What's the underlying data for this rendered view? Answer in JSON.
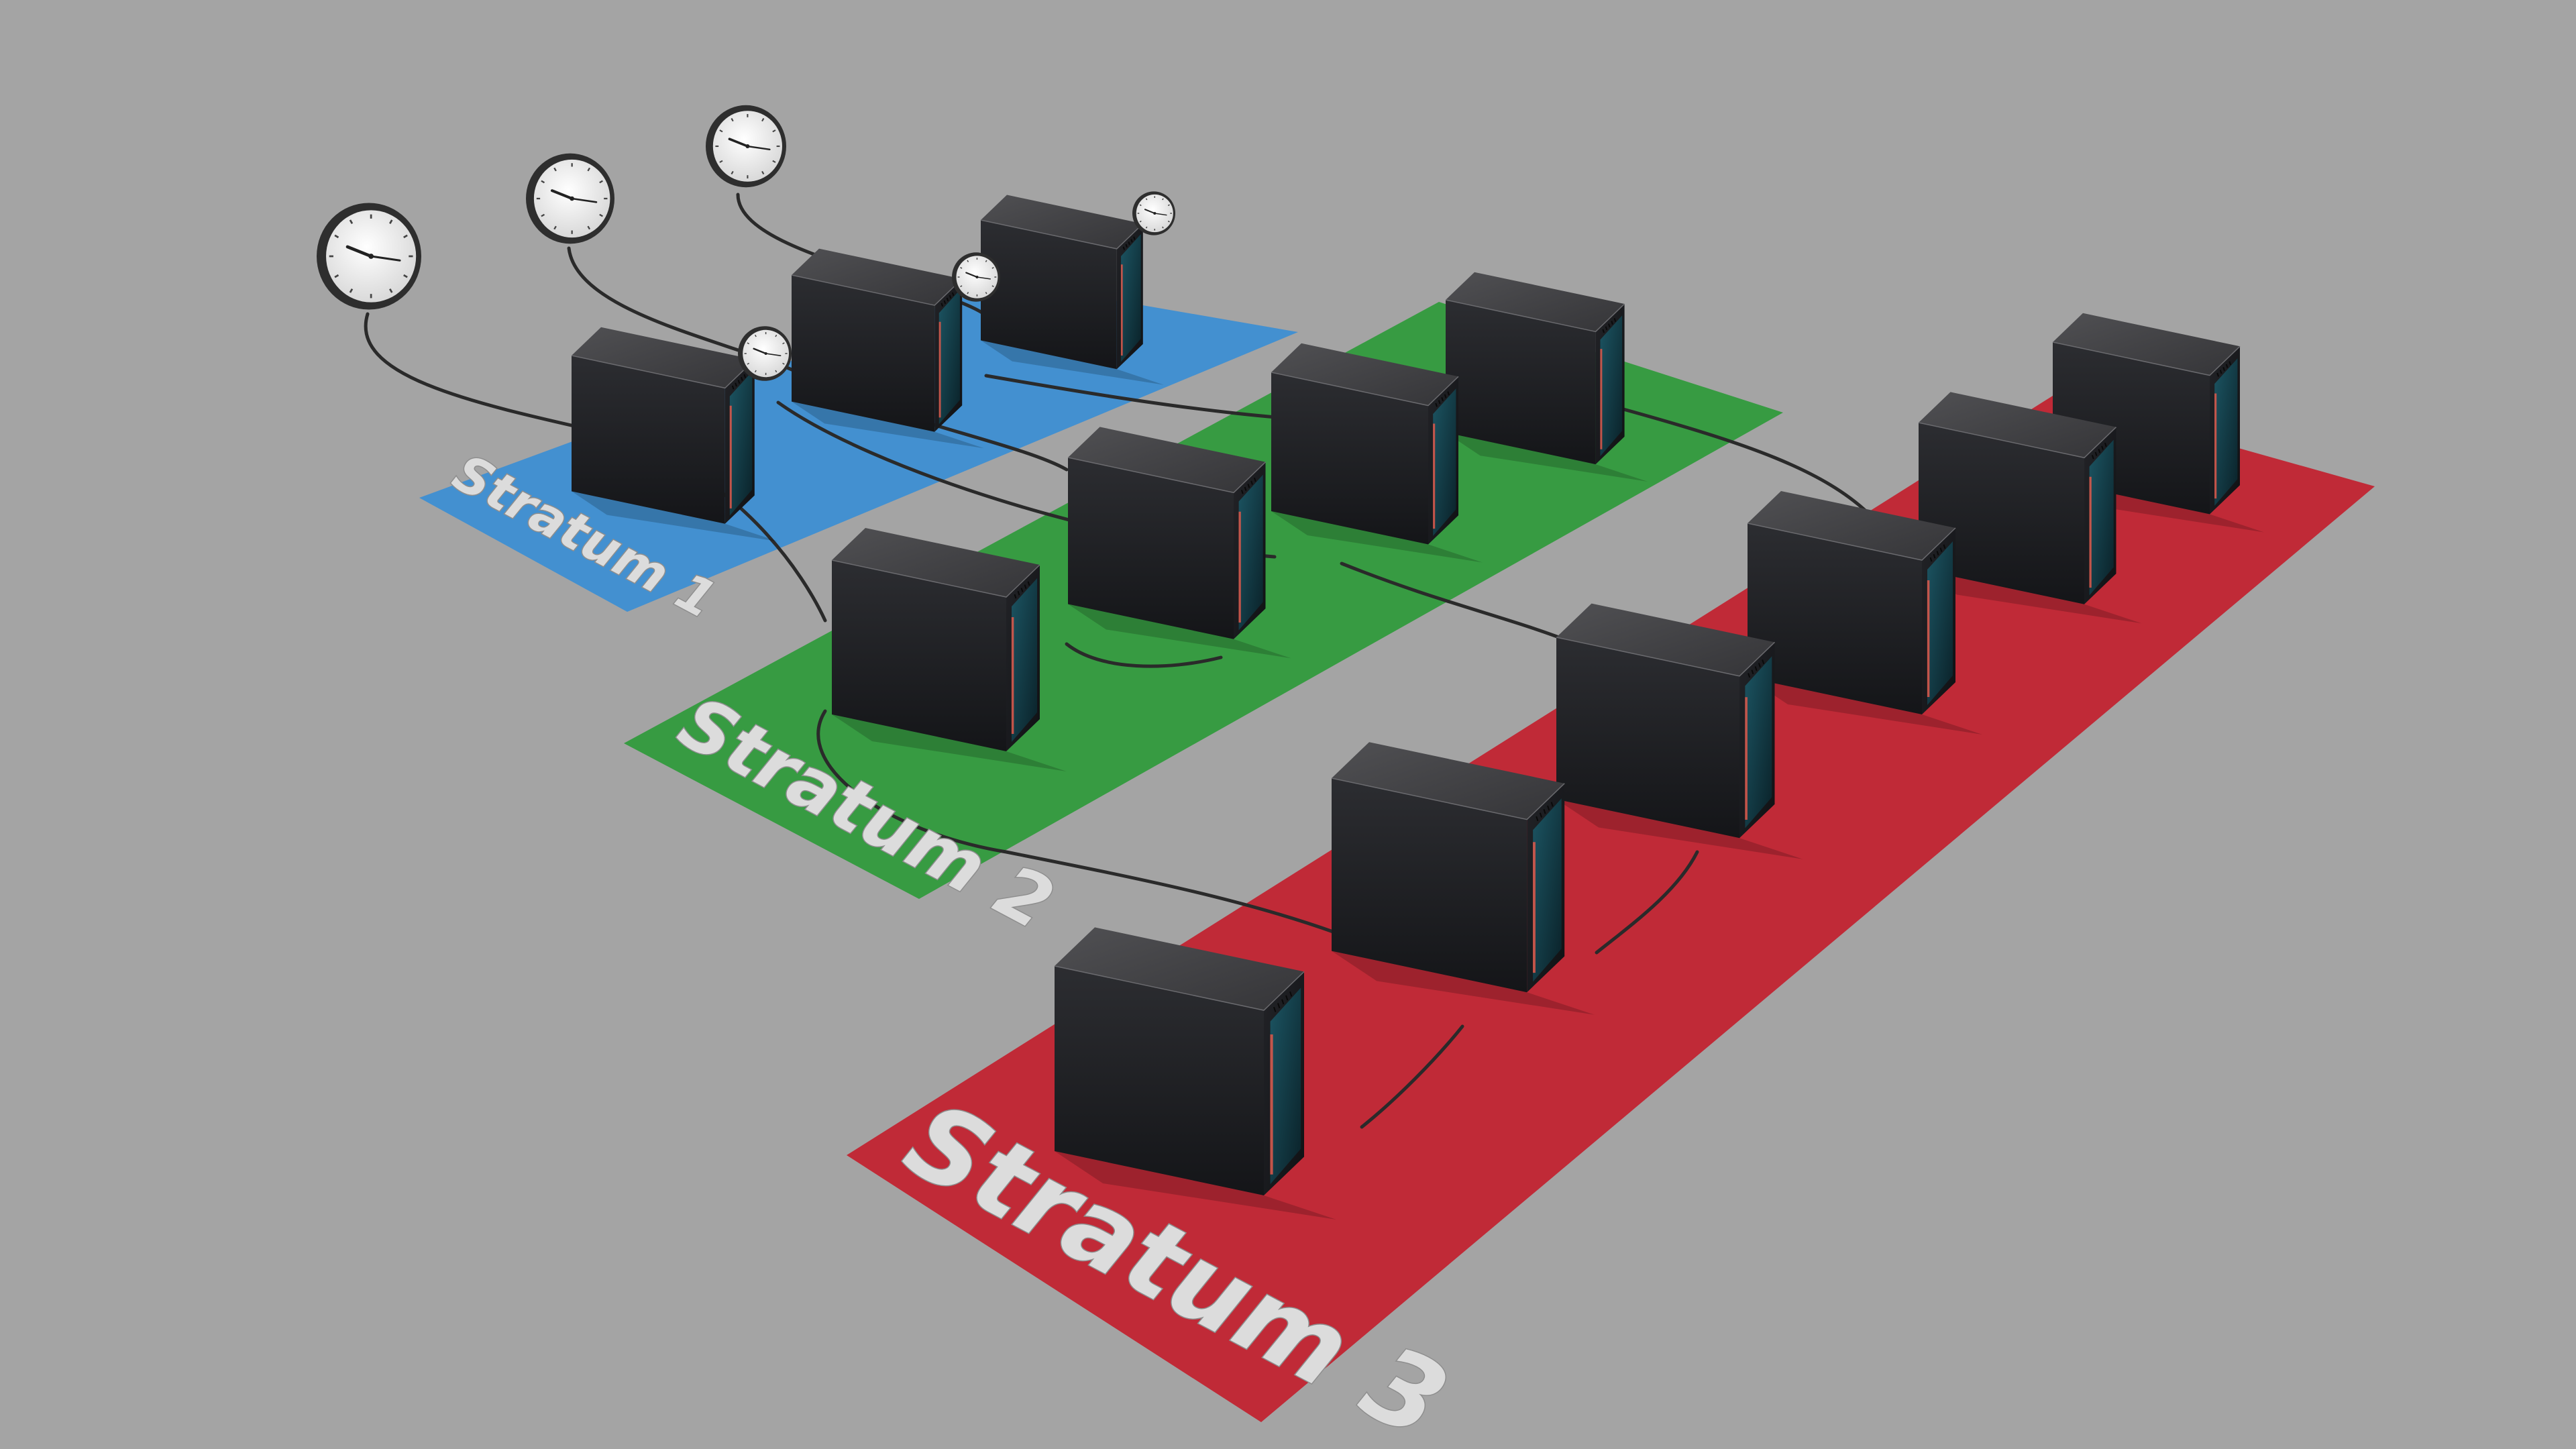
{
  "strata": [
    {
      "id": "stratum-1",
      "label": "Stratum 1",
      "color": "#3b8ed4",
      "servers": 3,
      "clocks_on_servers": 3
    },
    {
      "id": "stratum-2",
      "label": "Stratum 2",
      "color": "#2e9a3a",
      "servers": 4
    },
    {
      "id": "stratum-3",
      "label": "Stratum 3",
      "color": "#c2202e",
      "servers": 6
    }
  ],
  "reference_clocks": 3,
  "colors": {
    "background": "#a4a4a4",
    "server_top": "#3f3f41",
    "server_side": "#1c1d20",
    "door_glass": "#0f3a45",
    "door_accent": "#e0584a",
    "cable": "#2a2a2a",
    "clock_face": "#f0f0f0",
    "clock_rim": "#2e2e2e"
  }
}
